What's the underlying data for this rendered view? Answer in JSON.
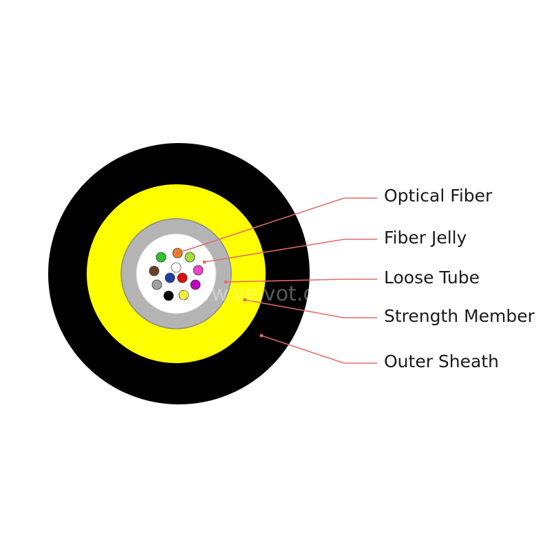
{
  "labels": {
    "optical_fiber": "Optical Fiber",
    "fiber_jelly": "Fiber Jelly",
    "loose_tube": "Loose Tube",
    "strength_member": "Strength Member",
    "outer_sheath": "Outer Sheath"
  },
  "watermark": "www.veivot.com",
  "colors": {
    "outer_sheath": "#000000",
    "strength_member": "#ffff00",
    "loose_tube": "#b4b4b4",
    "fiber_jelly": "#ffffff",
    "leader_line": "#e06a6a",
    "fibers": [
      "#f07f1f",
      "#2cc42c",
      "#a8e03a",
      "#6b3f2a",
      "#ffffff",
      "#ee44cc",
      "#1f3fa0",
      "#dd1111",
      "#a0a0a0",
      "#c000c0",
      "#000000",
      "#f4e81a"
    ]
  }
}
